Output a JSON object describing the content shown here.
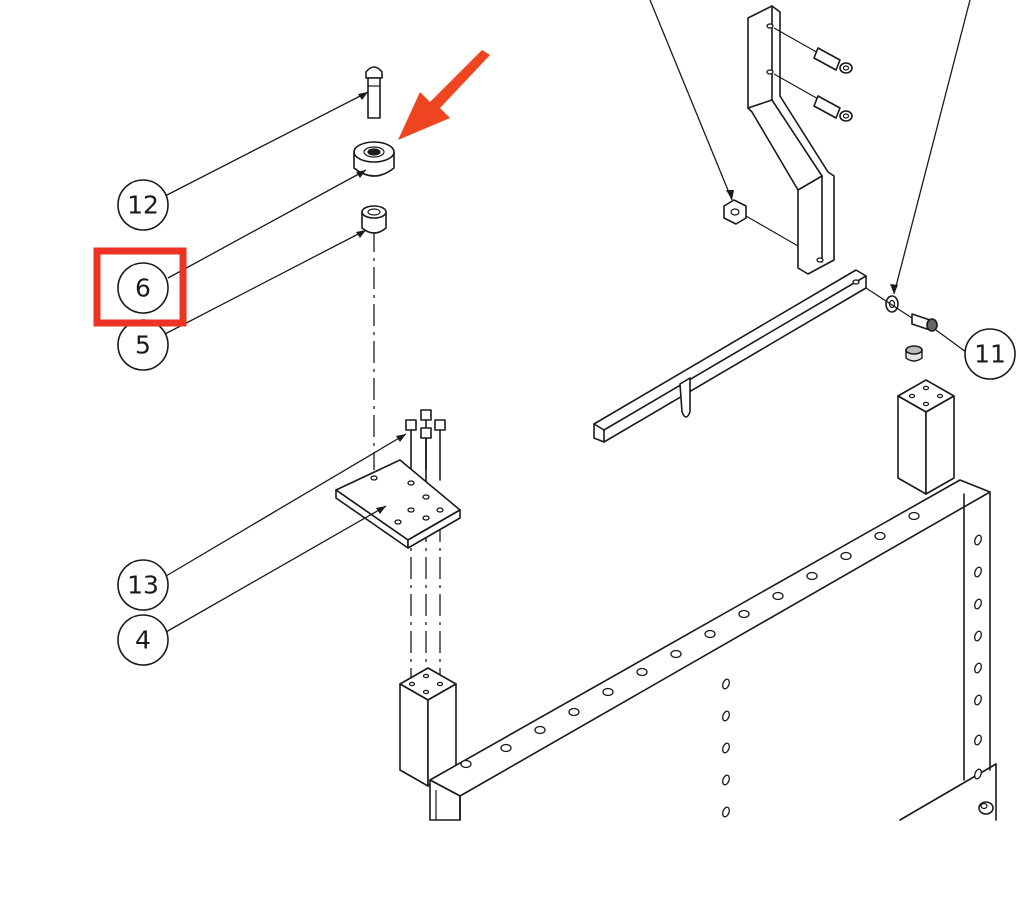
{
  "callouts": [
    {
      "id": "12",
      "label": "12"
    },
    {
      "id": "6",
      "label": "6"
    },
    {
      "id": "5",
      "label": "5"
    },
    {
      "id": "13",
      "label": "13"
    },
    {
      "id": "4",
      "label": "4"
    },
    {
      "id": "11",
      "label": "11"
    }
  ],
  "highlight": {
    "target_callout": "6",
    "color": "#ee3322"
  },
  "arrow": {
    "color": "#ee4422"
  }
}
